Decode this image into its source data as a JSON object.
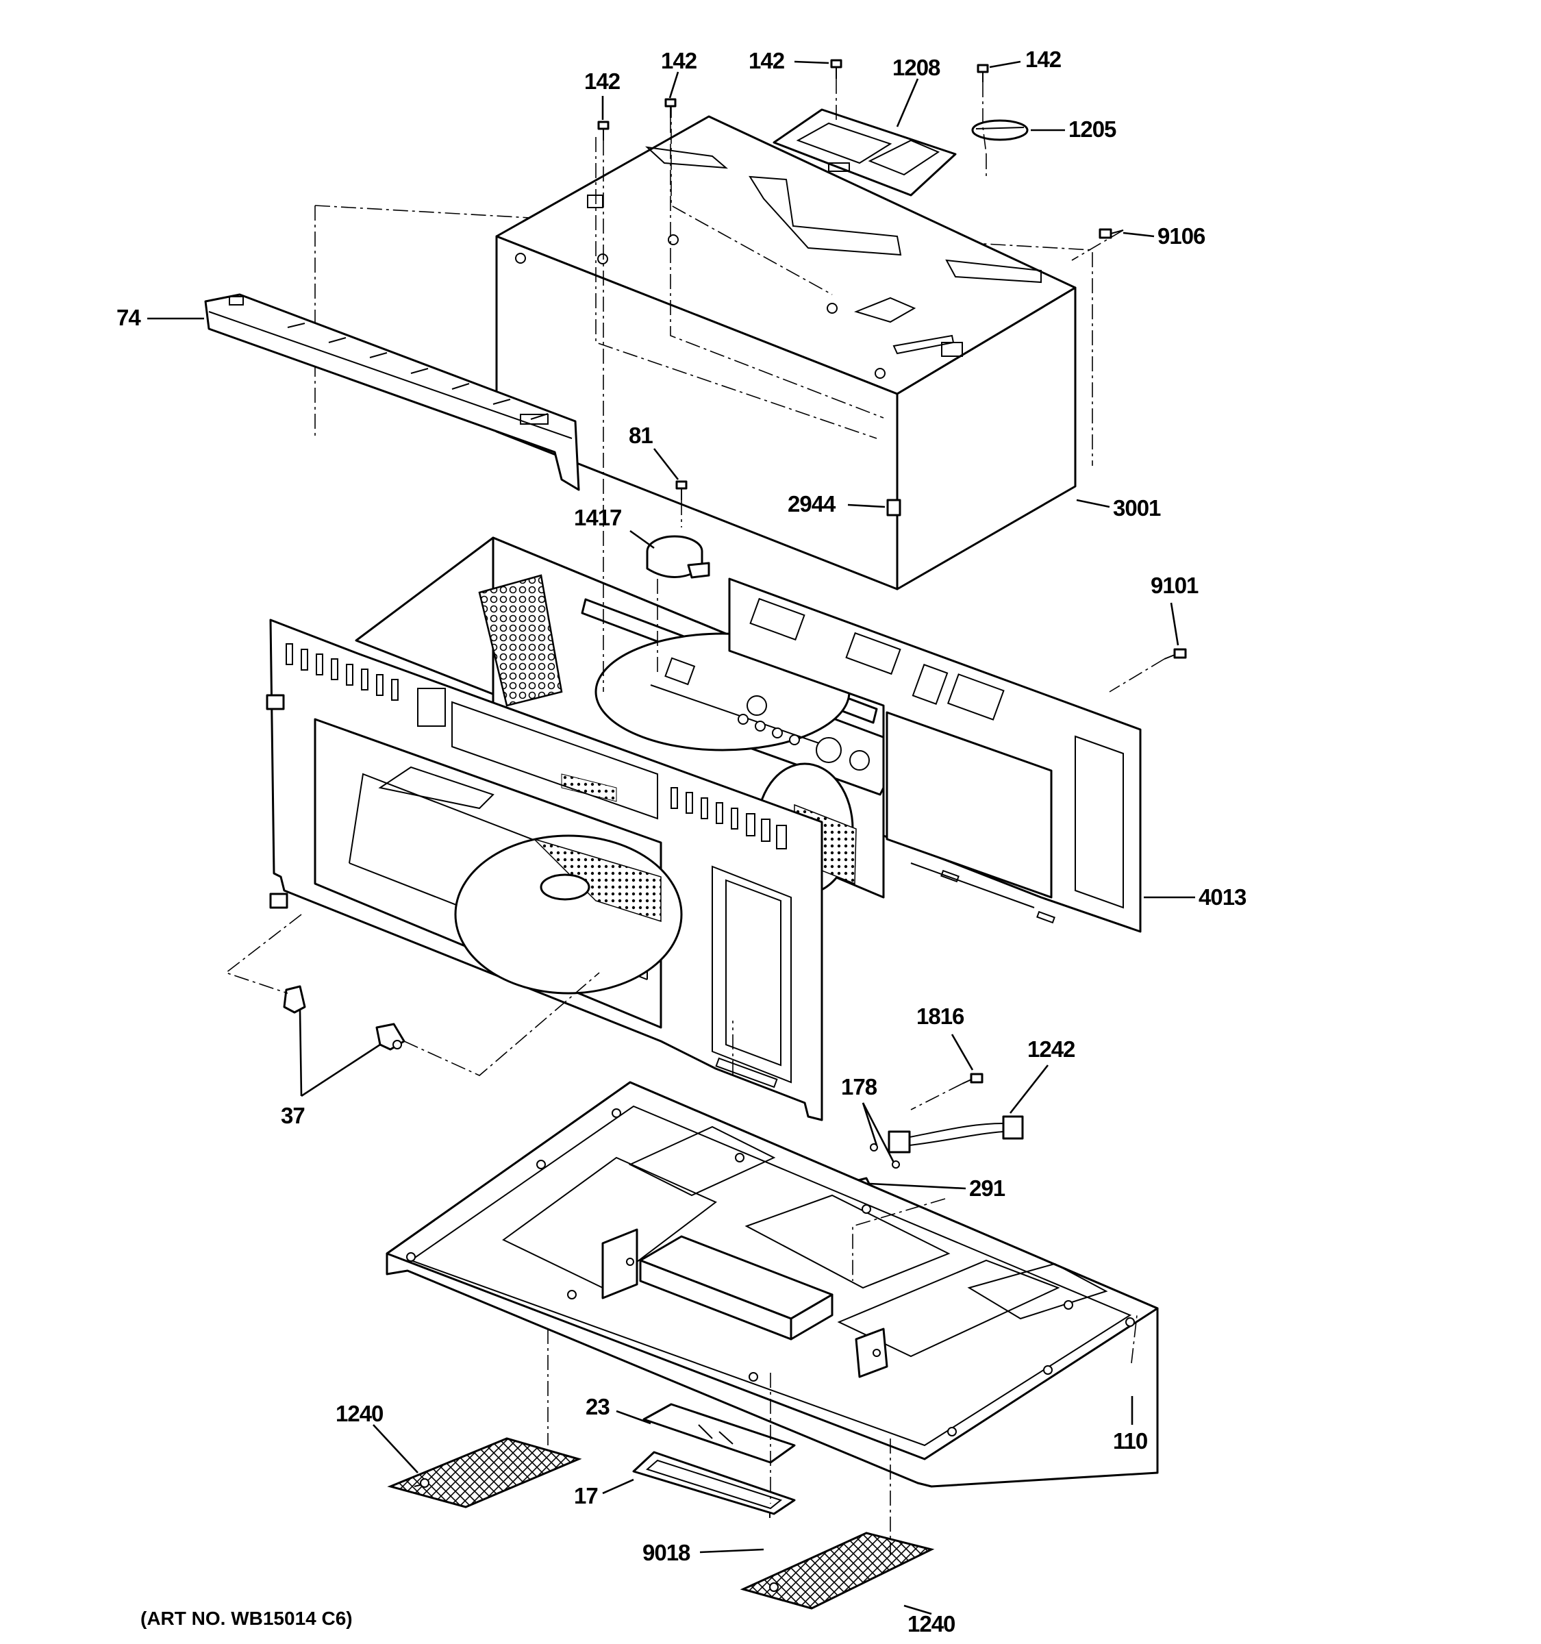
{
  "art_number": "(ART NO. WB15014 C6)",
  "labels": {
    "p142a": "142",
    "p142b": "142",
    "p142c": "142",
    "p142d": "142",
    "p1208": "1208",
    "p1205": "1205",
    "p9106": "9106",
    "p74": "74",
    "p81": "81",
    "p1417": "1417",
    "p2944": "2944",
    "p3001": "3001",
    "p9101": "9101",
    "p4013": "4013",
    "p1816": "1816",
    "p1242": "1242",
    "p178": "178",
    "p291": "291",
    "p37": "37",
    "p1240a": "1240",
    "p23": "23",
    "p17": "17",
    "p110": "110",
    "p9018": "9018",
    "p1240b": "1240"
  }
}
